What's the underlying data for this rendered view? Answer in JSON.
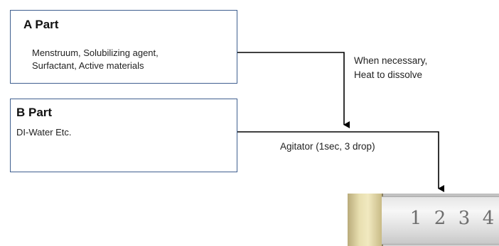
{
  "part_a": {
    "title": "A Part",
    "lines": [
      "Menstruum, Solubilizing agent,",
      "Surfactant, Active materials"
    ]
  },
  "part_b": {
    "title": "B Part",
    "lines": [
      "DI-Water Etc."
    ]
  },
  "note": {
    "lines": [
      "When necessary,",
      "Heat to dissolve"
    ]
  },
  "agitator_label": "Agitator (1sec, 3 drop)",
  "vial": {
    "numbers": [
      "1",
      "2",
      "3",
      "4"
    ]
  },
  "colors": {
    "box_border": "#3f5f8f",
    "arrow": "#000000"
  }
}
